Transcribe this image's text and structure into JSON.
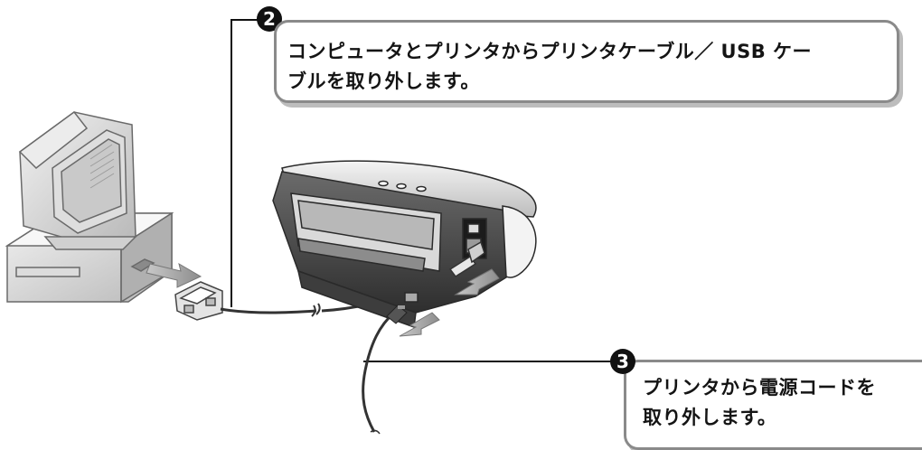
{
  "steps": [
    {
      "number": "2",
      "text_line1": "コンピュータとプリンタからプリンタケーブル／ USB ケー",
      "text_line2": "ブルを取り外します。"
    },
    {
      "number": "3",
      "text_line1": "プリンタから電源コードを",
      "text_line2": "取り外します。"
    }
  ],
  "colors": {
    "callout_border": "#8a8a8a",
    "badge": "#111111",
    "text": "#141414"
  },
  "icons": [
    "computer-icon",
    "printer-icon",
    "printer-cable-connector-icon",
    "power-cord-icon",
    "arrow-icon"
  ]
}
